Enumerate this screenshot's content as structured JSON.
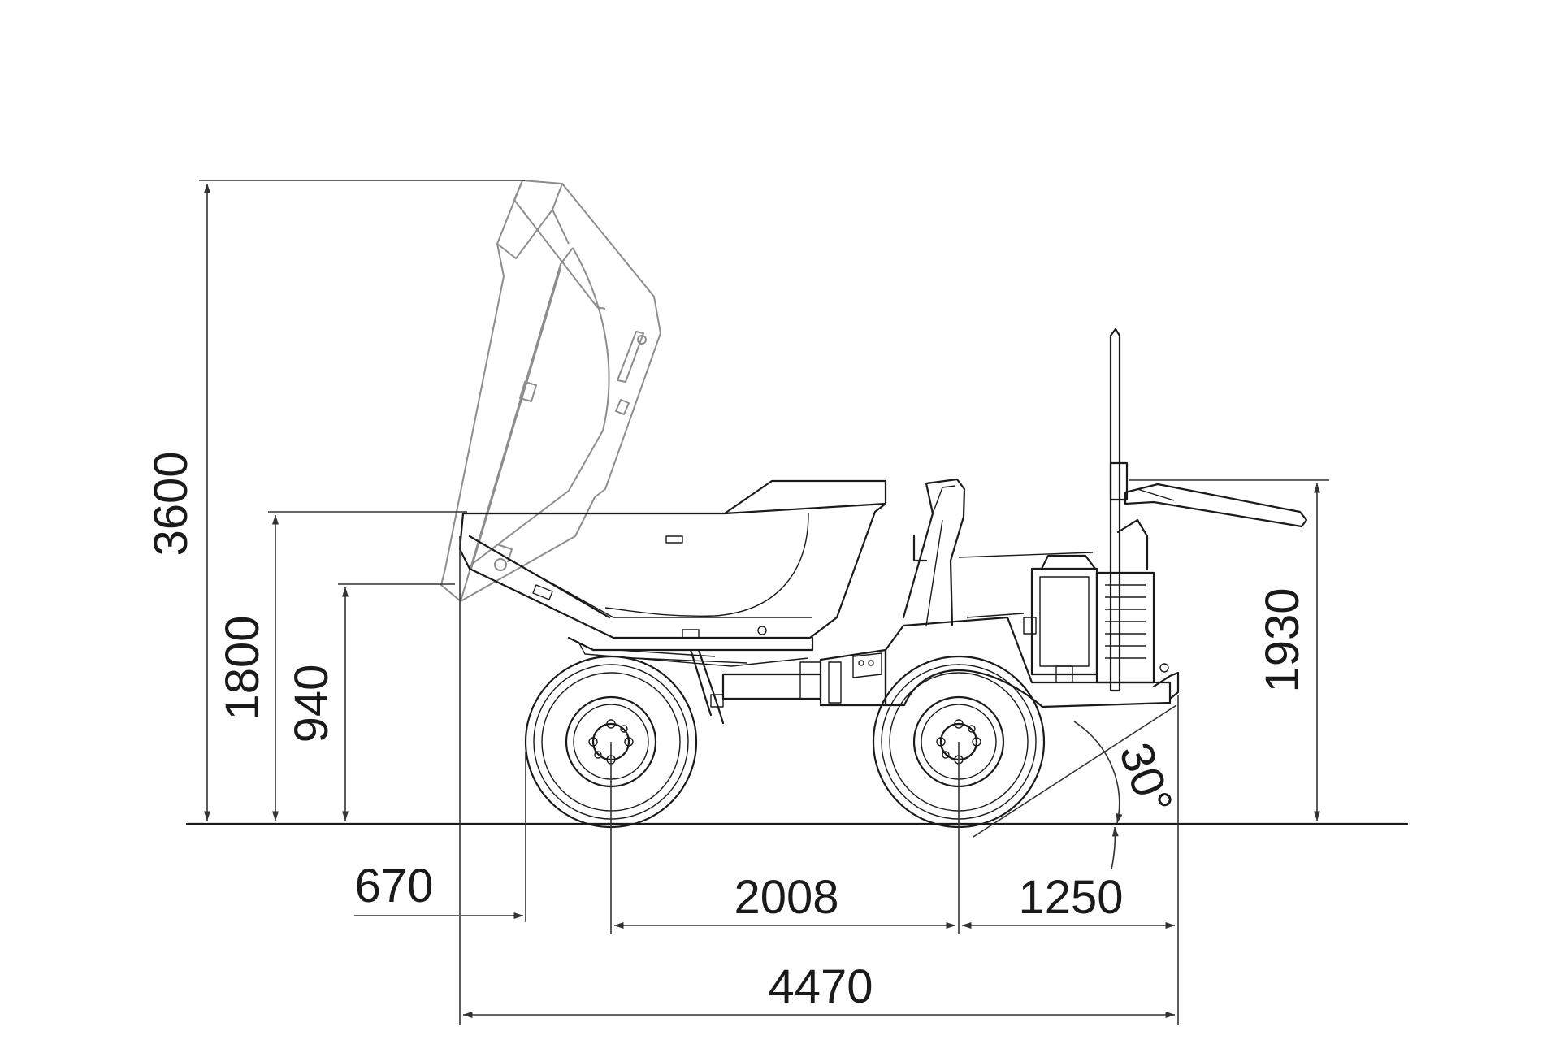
{
  "dimensions": {
    "tipped_height": "3600",
    "skip_height": "1800",
    "discharge_height": "940",
    "rollbar_height": "1930",
    "front_overhang": "670",
    "wheelbase": "2008",
    "rear_overhang": "1250",
    "overall_length": "4470",
    "departure_angle": "30°"
  },
  "colors": {
    "ink": "#1a1a1a",
    "tipped_skip": "#8d8d8d",
    "background": "#ffffff"
  }
}
